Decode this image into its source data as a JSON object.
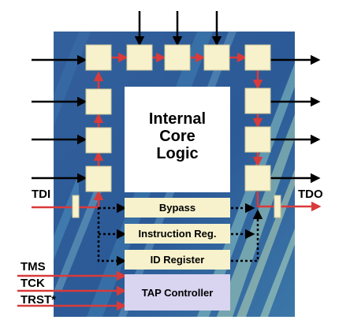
{
  "core": {
    "line1": "Internal",
    "line2": "Core",
    "line3": "Logic"
  },
  "blocks": {
    "bypass": "Bypass",
    "instruction": "Instruction Reg.",
    "id_register": "ID Register",
    "tap": "TAP Controller"
  },
  "signals": {
    "tdi": "TDI",
    "tdo": "TDO",
    "tms": "TMS",
    "tck": "TCK",
    "trst": "TRST*"
  },
  "colors": {
    "chip_border": "#2f4f8a",
    "chip_fill": "#2d5d9a",
    "cell_fill": "#f7f2cc",
    "tap_fill": "#d9d4f0",
    "scan_path": "#d93a3a",
    "io_arrow": "#000000"
  }
}
